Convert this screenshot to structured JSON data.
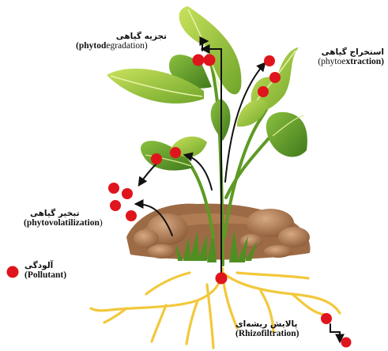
{
  "labels": {
    "phytodegradation": {
      "fa": "تجزیه گیاهی",
      "en_bold": "(phytod",
      "en_rest": "egradation)"
    },
    "phytoextraction": {
      "fa": "استخراج گیاهی",
      "en_rest": "(phytoe",
      "en_bold": "xtraction)"
    },
    "phytovolatilization": {
      "fa": "تبخیر گیاهی",
      "en_bold": "(phytovolatilization",
      "en_rest": ")"
    },
    "pollutant": {
      "fa": "آلودگی",
      "en": "(Pollutant)"
    },
    "rhizofiltration": {
      "fa": "پالایش ریشه‌ای",
      "en": "(Rhizofiltration)"
    }
  },
  "colors": {
    "pollutant": "#e0141c",
    "leaf_light": "#b7d94a",
    "leaf_mid": "#7fb22c",
    "leaf_dark": "#3f7a1c",
    "stem": "#5e9a24",
    "root": "#f2c83c",
    "rock": "#b07a52",
    "soil": "#8a5a3a",
    "arrow": "#111111"
  }
}
